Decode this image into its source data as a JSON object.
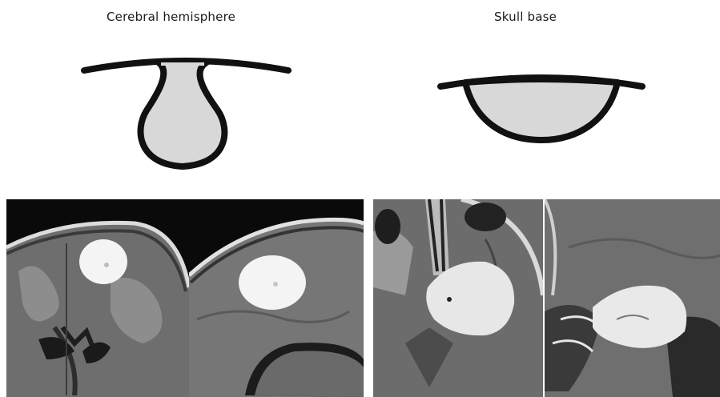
{
  "figure": {
    "left_title": "Cerebral hemisphere",
    "right_title": "Skull base",
    "colors": {
      "outline": "#111111",
      "fill": "#d8d8d8",
      "background": "#ffffff"
    },
    "panels": [
      {
        "name": "mri-coronal-convexity",
        "view": "coronal MRI, convexity lesion"
      },
      {
        "name": "mri-sagittal-convexity",
        "view": "sagittal MRI, convexity lesion"
      },
      {
        "name": "mri-axial-skull-base",
        "view": "axial MRI, skull base lesion"
      },
      {
        "name": "mri-sagittal-skull-base",
        "view": "sagittal MRI, skull base lesion"
      }
    ]
  }
}
